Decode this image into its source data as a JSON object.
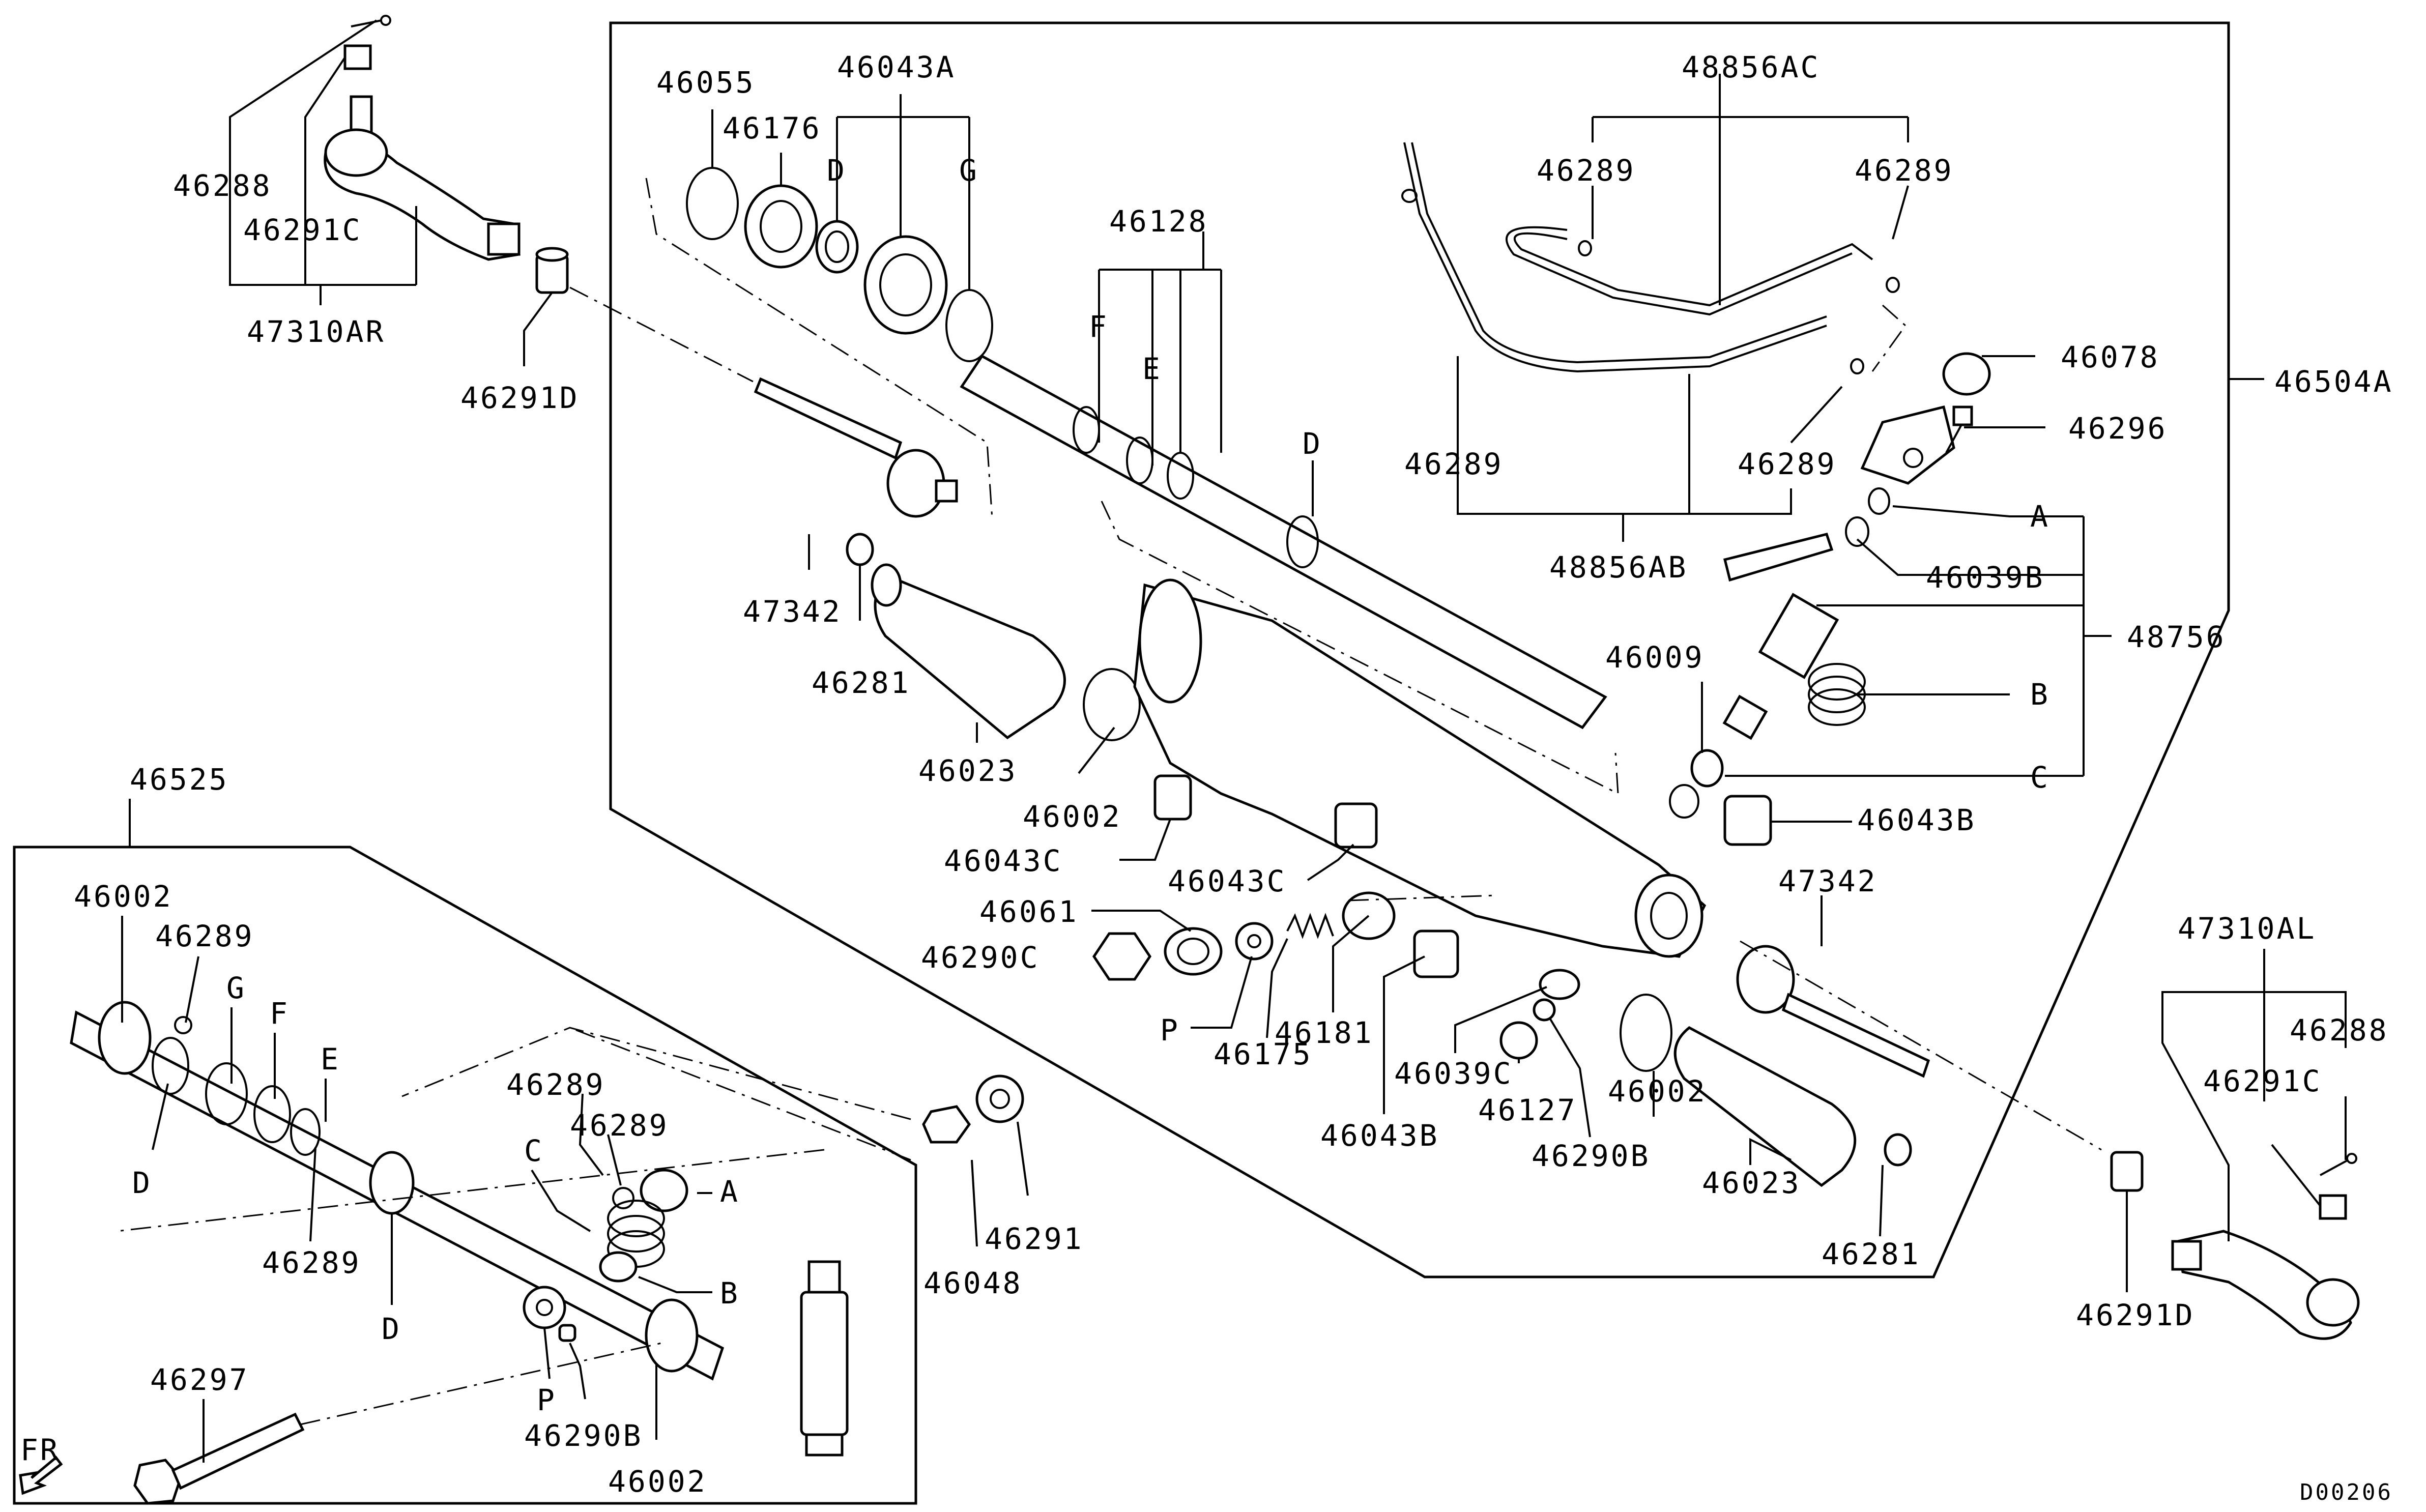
{
  "diagram_id": "D00206",
  "direction": {
    "label": "FR"
  },
  "parts": {
    "p46288_a": "46288",
    "p46291c_a": "46291C",
    "p47310ar": "47310AR",
    "p46291d_a": "46291D",
    "p46055": "46055",
    "p46176": "46176",
    "p46043a": "46043A",
    "p46043a_d": "D",
    "p46043a_g": "G",
    "p46128": "46128",
    "p46128_f": "F",
    "p46128_e": "E",
    "p46128_d": "D",
    "p48856ac": "48856AC",
    "p46289_t1": "46289",
    "p46289_t2": "46289",
    "p46289_m1": "46289",
    "p46289_m2": "46289",
    "p48856ab": "48856AB",
    "p46078": "46078",
    "p46296": "46296",
    "p46504a": "46504A",
    "p48756_a": "A",
    "p46039b": "46039B",
    "p48756": "48756",
    "p48756_b": "B",
    "p48756_c": "C",
    "p46009": "46009",
    "p46043b_r": "46043B",
    "p47342_a": "47342",
    "p46281_a": "46281",
    "p46023_a": "46023",
    "p46002_a": "46002",
    "p46043c_a": "46043C",
    "p46043c_b": "46043C",
    "p46061": "46061",
    "p46290c": "46290C",
    "p_p": "P",
    "p46175": "46175",
    "p46181": "46181",
    "p46043b_b": "46043B",
    "p46039c": "46039C",
    "p46127": "46127",
    "p46290b_a": "46290B",
    "p46002_b": "46002",
    "p46023_b": "46023",
    "p46281_b": "46281",
    "p47342_b": "47342",
    "p47310al": "47310AL",
    "p46288_b": "46288",
    "p46291c_b": "46291C",
    "p46291d_b": "46291D",
    "p46525": "46525",
    "k46002_a": "46002",
    "k46289_a": "46289",
    "k_g": "G",
    "k_f": "F",
    "k_e": "E",
    "k_d1": "D",
    "k46289_b": "46289",
    "k46289_c": "46289",
    "k46289_d": "46289",
    "k_c": "C",
    "k_a": "A",
    "k_b": "B",
    "k_d2": "D",
    "k_p": "P",
    "k46290b": "46290B",
    "k46002_b": "46002",
    "k46048": "46048",
    "k46291": "46291",
    "k46297": "46297"
  }
}
